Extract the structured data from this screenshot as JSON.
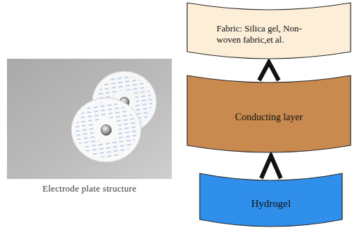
{
  "diagram": {
    "nodes": [
      {
        "text": [
          "Fabric: Silica gel, Non-woven fabric,et al."
        ]
      },
      {
        "text": [
          "Conducting layer"
        ]
      },
      {
        "text": [
          "Hydrogel"
        ]
      }
    ],
    "edges": [
      {
        "from": 2,
        "to": 1,
        "arrow": "to"
      },
      {
        "from": 1,
        "to": 0,
        "arrow": "to"
      }
    ],
    "labels": [
      "Electrode plate structure"
    ]
  }
}
